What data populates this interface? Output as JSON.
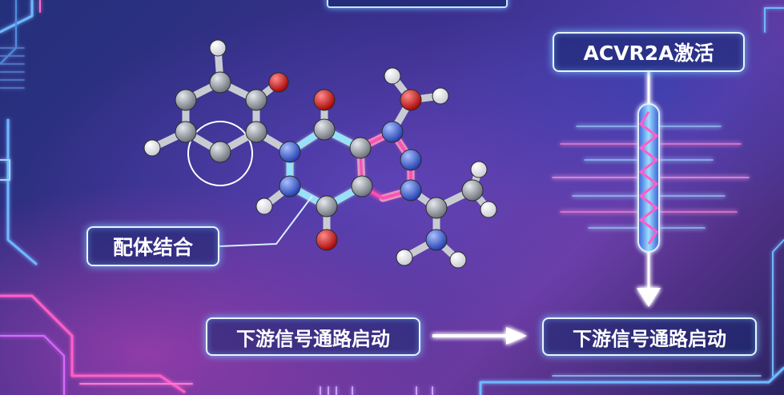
{
  "labels": {
    "receptor_activation": "ACVR2A激活",
    "ligand_binding": "配体结合",
    "downstream_left": "下游信号通路启动",
    "downstream_right": "下游信号通路启动"
  },
  "colors": {
    "carbon": "#9aa0a8",
    "oxygen": "#e01a1a",
    "nitrogen": "#3b5fd9",
    "hydrogen": "#f2f2f2",
    "glow_cyan": "#7ad8ff",
    "glow_pink": "#ff4fb0"
  }
}
